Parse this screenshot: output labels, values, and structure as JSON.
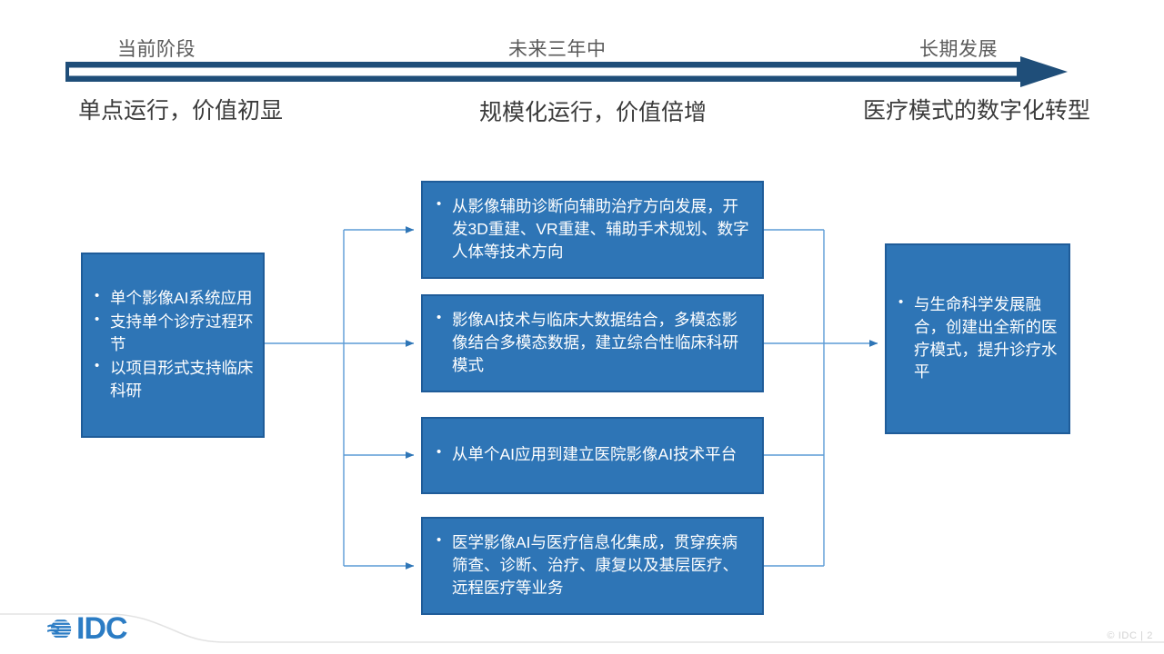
{
  "timeline": {
    "phases": [
      {
        "label": "当前阶段",
        "caption": "单点运行，价值初显"
      },
      {
        "label": "未来三年中",
        "caption": "规模化运行，价值倍增"
      },
      {
        "label": "长期发展",
        "caption": "医疗模式的数字化转型"
      }
    ],
    "arrow_icon": "right-arrow-icon",
    "arrow_color": "#1f4e79"
  },
  "diagram": {
    "box_fill": "#2e75b6",
    "box_border": "#1f5c99",
    "connector_color": "#5b9bd5",
    "left": {
      "bullets": [
        "单个影像AI系统应用",
        "支持单个诊疗过程环节",
        "以项目形式支持临床科研"
      ]
    },
    "middle": [
      {
        "bullets": [
          "从影像辅助诊断向辅助治疗方向发展，开发3D重建、VR重建、辅助手术规划、数字人体等技术方向"
        ]
      },
      {
        "bullets": [
          "影像AI技术与临床大数据结合，多模态影像结合多模态数据，建立综合性临床科研模式"
        ]
      },
      {
        "bullets": [
          "从单个AI应用到建立医院影像AI技术平台"
        ]
      },
      {
        "bullets": [
          "医学影像AI与医疗信息化集成，贯穿疾病筛查、诊断、治疗、康复以及基层医疗、远程医疗等业务"
        ]
      }
    ],
    "right": {
      "bullets": [
        "与生命科学发展融合，创建出全新的医疗模式，提升诊疗水平"
      ]
    }
  },
  "footer": {
    "logo_mark": "idc-globe-icon",
    "logo_text": "IDC",
    "logo_color": "#2b7cc4",
    "copyright": "© IDC |    2"
  }
}
